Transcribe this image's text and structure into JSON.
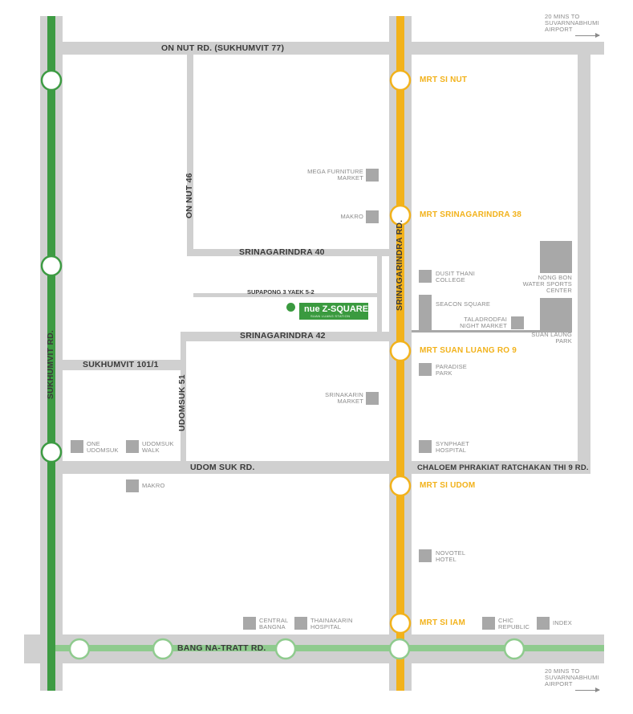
{
  "colors": {
    "road": "#d0d0d0",
    "green_line": "#3d9b43",
    "green_line_light": "#8fcb8e",
    "yellow_line": "#f2b21b",
    "poi_block": "#a8a8a8",
    "text_dark": "#3a3a3a",
    "text_grey": "#8a8a8a"
  },
  "roads": {
    "on_nut": "ON NUT RD. (SUKHUMVIT 77)",
    "on_nut_46": "ON NUT 46",
    "srinagarindra_40": "SRINAGARINDRA 40",
    "supapong": "SUPAPONG 3 YAEK 5-2",
    "srinagarindra_42": "SRINAGARINDRA 42",
    "sukhumvit_101": "SUKHUMVIT 101/1",
    "udomsuk_51": "UDOMSUK 51",
    "sukhumvit": "SUKHUMVIT RD.",
    "srinagarindra": "SRINAGARINDRA RD.",
    "udom_suk": "UDOM SUK RD.",
    "chaloem": "CHALOEM PHRAKIAT RATCHAKAN THI 9 RD.",
    "bang_na": "BANG NA-TRATT RD."
  },
  "stations": {
    "si_nut": "MRT SI NUT",
    "srinagarindra_38": "MRT SRINAGARINDRA 38",
    "suan_luang": "MRT SUAN LUANG RO 9",
    "si_udom": "MRT SI UDOM",
    "si_iam": "MRT SI IAM"
  },
  "pois": {
    "mega_furniture": [
      "MEGA FURNITURE",
      "MARKET"
    ],
    "makro_north": "MAKRO",
    "dusit_thani": [
      "DUSIT THANI",
      "COLLEGE"
    ],
    "seacon": "SEACON SQUARE",
    "taladrodfai": [
      "TALADRODFAI",
      "NIGHT MARKET"
    ],
    "nong_bon": [
      "NONG BON",
      "WATER SPORTS",
      "CENTER"
    ],
    "suan_laung": [
      "SUAN LAUNG",
      "PARK"
    ],
    "paradise": [
      "PARADISE",
      "PARK"
    ],
    "srinakarin": [
      "SRINAKARIN",
      "MARKET"
    ],
    "synphaet": [
      "SYNPHAET",
      "HOSPITAL"
    ],
    "one_udomsuk": [
      "ONE",
      "UDOMSUK"
    ],
    "udomsuk_walk": [
      "UDOMSUK",
      "WALK"
    ],
    "makro_south": "MAKRO",
    "novotel": [
      "NOVOTEL",
      "HOTEL"
    ],
    "central_bangna": [
      "CENTRAL",
      "BANGNA"
    ],
    "thainakarin": [
      "THAINAKARIN",
      "HOSPITAL"
    ],
    "chic_republic": [
      "CHIC",
      "REPUBLIC"
    ],
    "index": "INDEX"
  },
  "airport": {
    "top": [
      "20 MINS TO",
      "SUVARNNABHUMI",
      "AIRPORT"
    ],
    "bottom": [
      "20 MINS TO",
      "SUVARNNABHUMI",
      "AIRPORT"
    ]
  },
  "project": {
    "name": "nue Z-SQUARE",
    "subtitle": "SUAN LUANG STATION"
  }
}
